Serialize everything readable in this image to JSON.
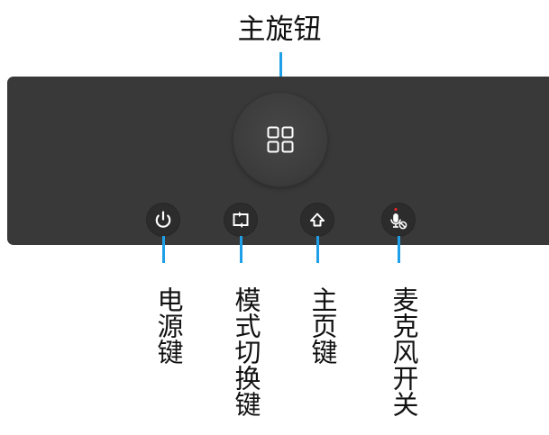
{
  "title": "主旋钮",
  "labels": {
    "power": "电源键",
    "mode": "模式切换键",
    "home": "主页键",
    "mic": "麦克风开关"
  },
  "colors": {
    "panel": "#393939",
    "leader": "#1e9fe8",
    "icon": "#ffffff",
    "mic_indicator": "#e8252a",
    "text": "#111111"
  },
  "icons": {
    "knob": "grid-icon",
    "power": "power-icon",
    "mode": "mode-switch-icon",
    "home": "home-icon",
    "mic": "microphone-mute-icon"
  }
}
